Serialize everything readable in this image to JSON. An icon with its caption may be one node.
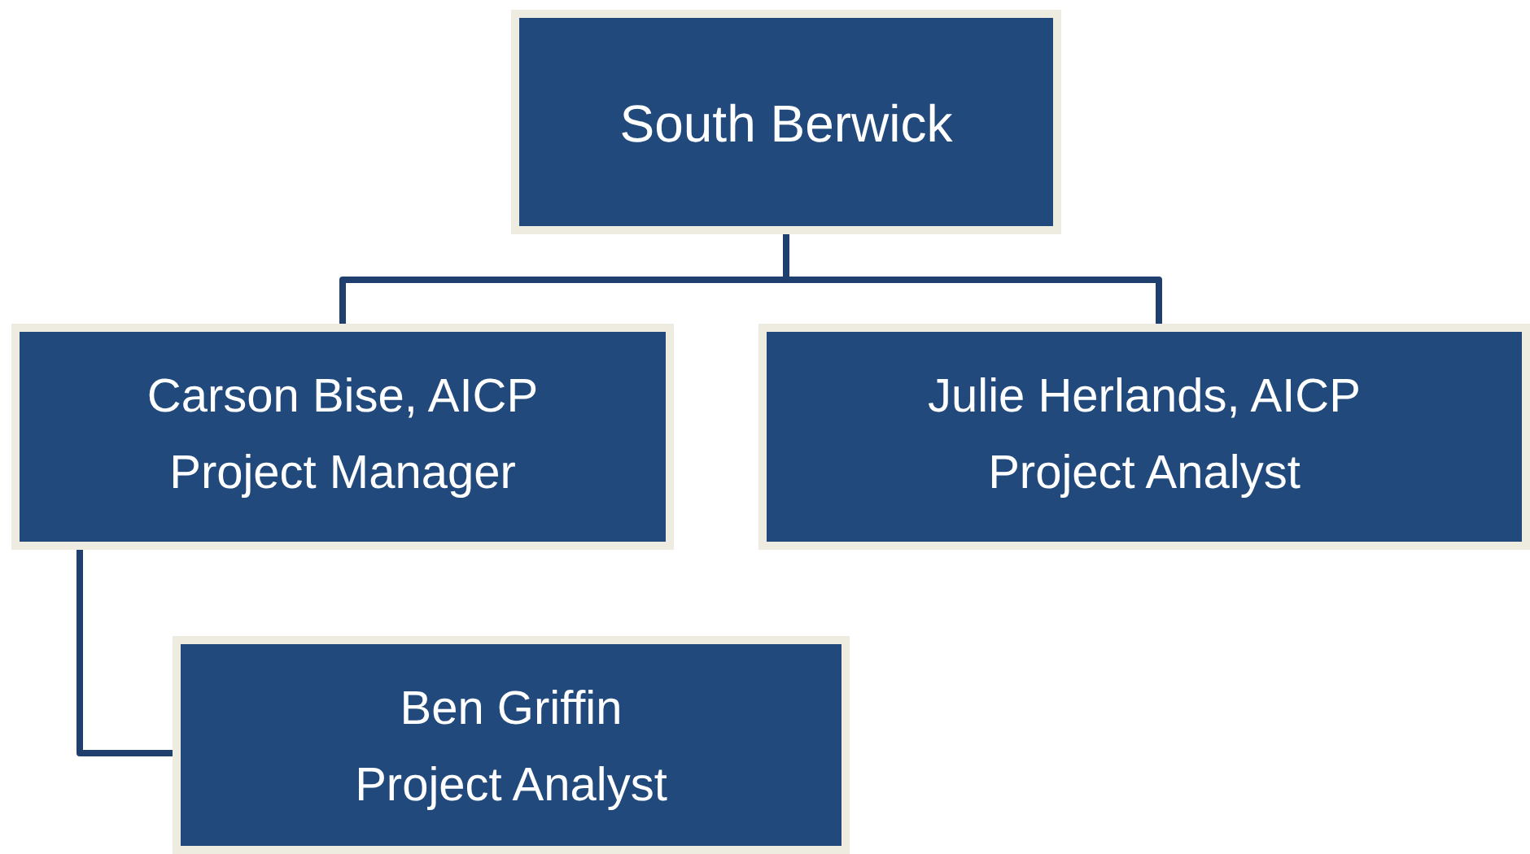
{
  "diagram": {
    "nodes": [
      {
        "text": [
          "South Berwick"
        ]
      },
      {
        "text": [
          "Carson Bise, AICP",
          "Project Manager"
        ]
      },
      {
        "text": [
          "Julie Herlands, AICP",
          "Project Analyst"
        ]
      },
      {
        "text": [
          "Ben Griffin",
          "Project Analyst"
        ]
      }
    ],
    "edges": [
      {
        "from": 0,
        "to": 1,
        "arrow": "none"
      },
      {
        "from": 0,
        "to": 2,
        "arrow": "none"
      },
      {
        "from": 1,
        "to": 3,
        "arrow": "none"
      }
    ]
  }
}
